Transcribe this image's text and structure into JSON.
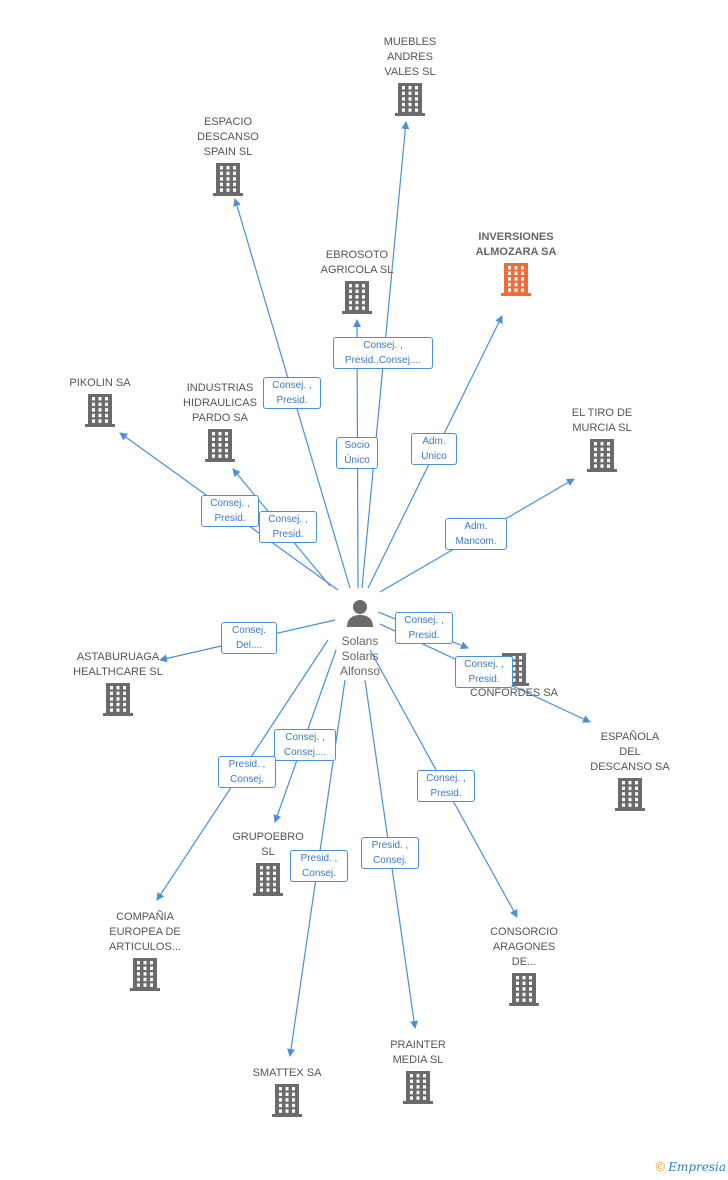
{
  "center": {
    "name": "Solans\nSolans\nAlfonso"
  },
  "companies": [
    {
      "id": "muebles",
      "label": "MUEBLES\nANDRES\nVALES SL",
      "highlight": false
    },
    {
      "id": "espacio",
      "label": "ESPACIO\nDESCANSO\nSPAIN SL",
      "highlight": false
    },
    {
      "id": "inversiones",
      "label": "INVERSIONES\nALMOZARA SA",
      "highlight": true
    },
    {
      "id": "ebrosoto",
      "label": "EBROSOTO\nAGRICOLA  SL",
      "highlight": false
    },
    {
      "id": "pikolin",
      "label": "PIKOLIN SA",
      "highlight": false
    },
    {
      "id": "industrias",
      "label": "INDUSTRIAS\nHIDRAULICAS\nPARDO SA",
      "highlight": false
    },
    {
      "id": "tiro",
      "label": "EL TIRO DE\nMURCIA SL",
      "highlight": false
    },
    {
      "id": "astaburuaga",
      "label": "ASTABURUAGA\nHEALTHCARE SL",
      "highlight": false
    },
    {
      "id": "confordes",
      "label": "CONFORDES SA",
      "highlight": false
    },
    {
      "id": "espanola",
      "label": "ESPAÑOLA\nDEL\nDESCANSO SA",
      "highlight": false
    },
    {
      "id": "grupoebro",
      "label": "GRUPOEBRO\nSL",
      "highlight": false
    },
    {
      "id": "compania",
      "label": "COMPAÑIA\nEUROPEA DE\nARTICULOS...",
      "highlight": false
    },
    {
      "id": "consorcio",
      "label": "CONSORCIO\nARAGONES\nDE...",
      "highlight": false
    },
    {
      "id": "prainter",
      "label": "PRAINTER\nMEDIA SL",
      "highlight": false
    },
    {
      "id": "smattex",
      "label": "SMATTEX SA",
      "highlight": false
    }
  ],
  "relations": [
    {
      "id": "r-espacio",
      "label": "Consej. ,\nPresid."
    },
    {
      "id": "r-ebrosoto",
      "label": "Consej. ,\nPresid.,Consej...."
    },
    {
      "id": "r-muebles",
      "label": "Socio\nÚnico"
    },
    {
      "id": "r-inversiones",
      "label": "Adm.\nUnico"
    },
    {
      "id": "r-pikolin",
      "label": "Consej. ,\nPresid."
    },
    {
      "id": "r-industrias",
      "label": "Consej. ,\nPresid."
    },
    {
      "id": "r-tiro",
      "label": "Adm.\nMancom."
    },
    {
      "id": "r-astaburuaga",
      "label": "Consej.\nDel...."
    },
    {
      "id": "r-confordes",
      "label": "Consej. ,\nPresid."
    },
    {
      "id": "r-espanola",
      "label": "Consej. ,\nPresid."
    },
    {
      "id": "r-grupoebro",
      "label": "Consej. ,\nConsej...."
    },
    {
      "id": "r-compania",
      "label": "Presid. ,\nConsej."
    },
    {
      "id": "r-consorcio",
      "label": "Consej. ,\nPresid."
    },
    {
      "id": "r-smattex",
      "label": "Presid. ,\nConsej."
    },
    {
      "id": "r-prainter",
      "label": "Presid. ,\nConsej."
    }
  ],
  "colors": {
    "edge": "#4a90d9",
    "building": "#6b6b6b",
    "highlight": "#f26b3a",
    "person": "#6b6b6b"
  },
  "footer": {
    "copyright": "©",
    "brand": "Empresia"
  }
}
